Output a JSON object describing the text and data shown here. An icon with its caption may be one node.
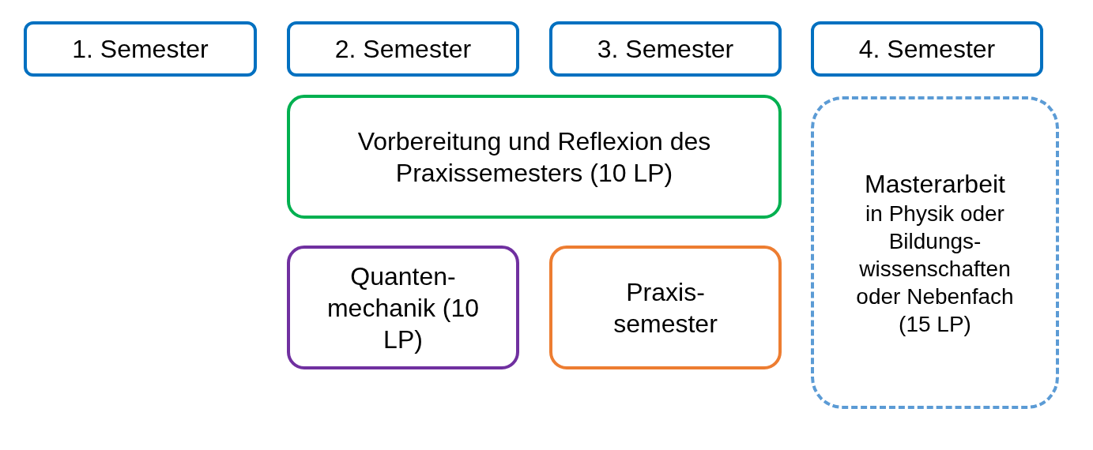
{
  "diagram": {
    "nodes": [
      {
        "text": [
          "1. Semester"
        ]
      },
      {
        "text": [
          "2. Semester"
        ]
      },
      {
        "text": [
          "3. Semester"
        ]
      },
      {
        "text": [
          "4. Semester"
        ]
      },
      {
        "text": [
          "Vorbereitung und Reflexion des Praxissemesters (10 LP)"
        ]
      },
      {
        "text": [
          "Quanten- mechanik (10 LP)"
        ]
      },
      {
        "text": [
          "Praxis- semester"
        ]
      },
      {
        "text": [
          "Masterarbeit",
          "in Physik oder Bildungs- wissenschaften oder Nebenfach (15 LP)"
        ]
      }
    ]
  }
}
